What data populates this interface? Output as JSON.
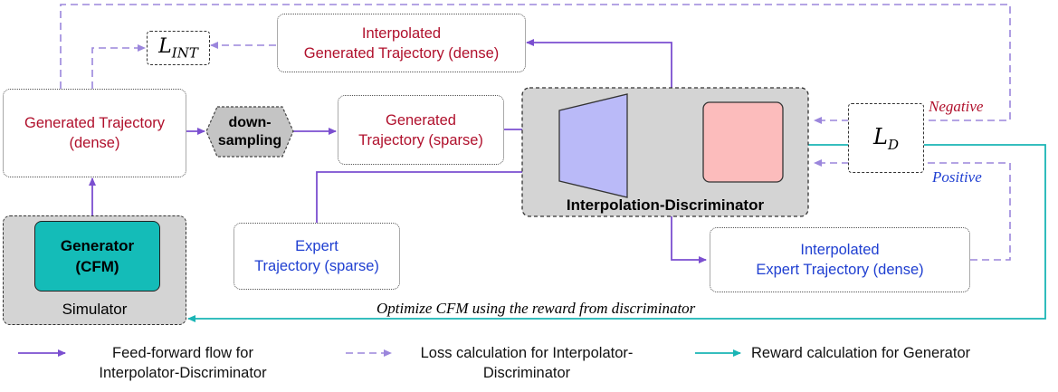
{
  "nodes": {
    "interp_generated": [
      "Interpolated",
      "Generated Trajectory (dense)"
    ],
    "generated_dense": [
      "Generated Trajectory",
      "(dense)"
    ],
    "downsampling": [
      "down-",
      "sampling"
    ],
    "generated_sparse": [
      "Generated",
      "Trajectory (sparse)"
    ],
    "expert_sparse": [
      "Expert",
      "Trajectory (sparse)"
    ],
    "interp_expert": [
      "Interpolated",
      "Expert Trajectory (dense)"
    ],
    "generator": [
      "Generator",
      "(CFM)"
    ],
    "simulator": "Simulator",
    "interp_disc": "Interpolation-Discriminator",
    "l_int": {
      "base": "L",
      "sub": "INT"
    },
    "l_d": {
      "base": "L",
      "sub": "D"
    }
  },
  "edge_labels": {
    "negative": "Negative",
    "positive": "Positive",
    "optimize": "Optimize CFM using the reward from discriminator"
  },
  "legend": {
    "feed_forward": [
      "Feed-forward flow for",
      "Interpolator-Discriminator"
    ],
    "loss": [
      "Loss calculation for Interpolator-",
      "Discriminator"
    ],
    "reward": "Reward calculation for Generator"
  },
  "colors": {
    "purple": "#7b4fd0",
    "dashed_purple": "#9b86dc",
    "teal": "#1ab5b5",
    "red_text": "#b0102c",
    "blue_text": "#1f3fd1",
    "interpolator_fill": "#babaf8",
    "discriminator_fill": "#fcbcbc",
    "generator_fill": "#14bcb8",
    "container_fill": "#d4d4d4"
  }
}
